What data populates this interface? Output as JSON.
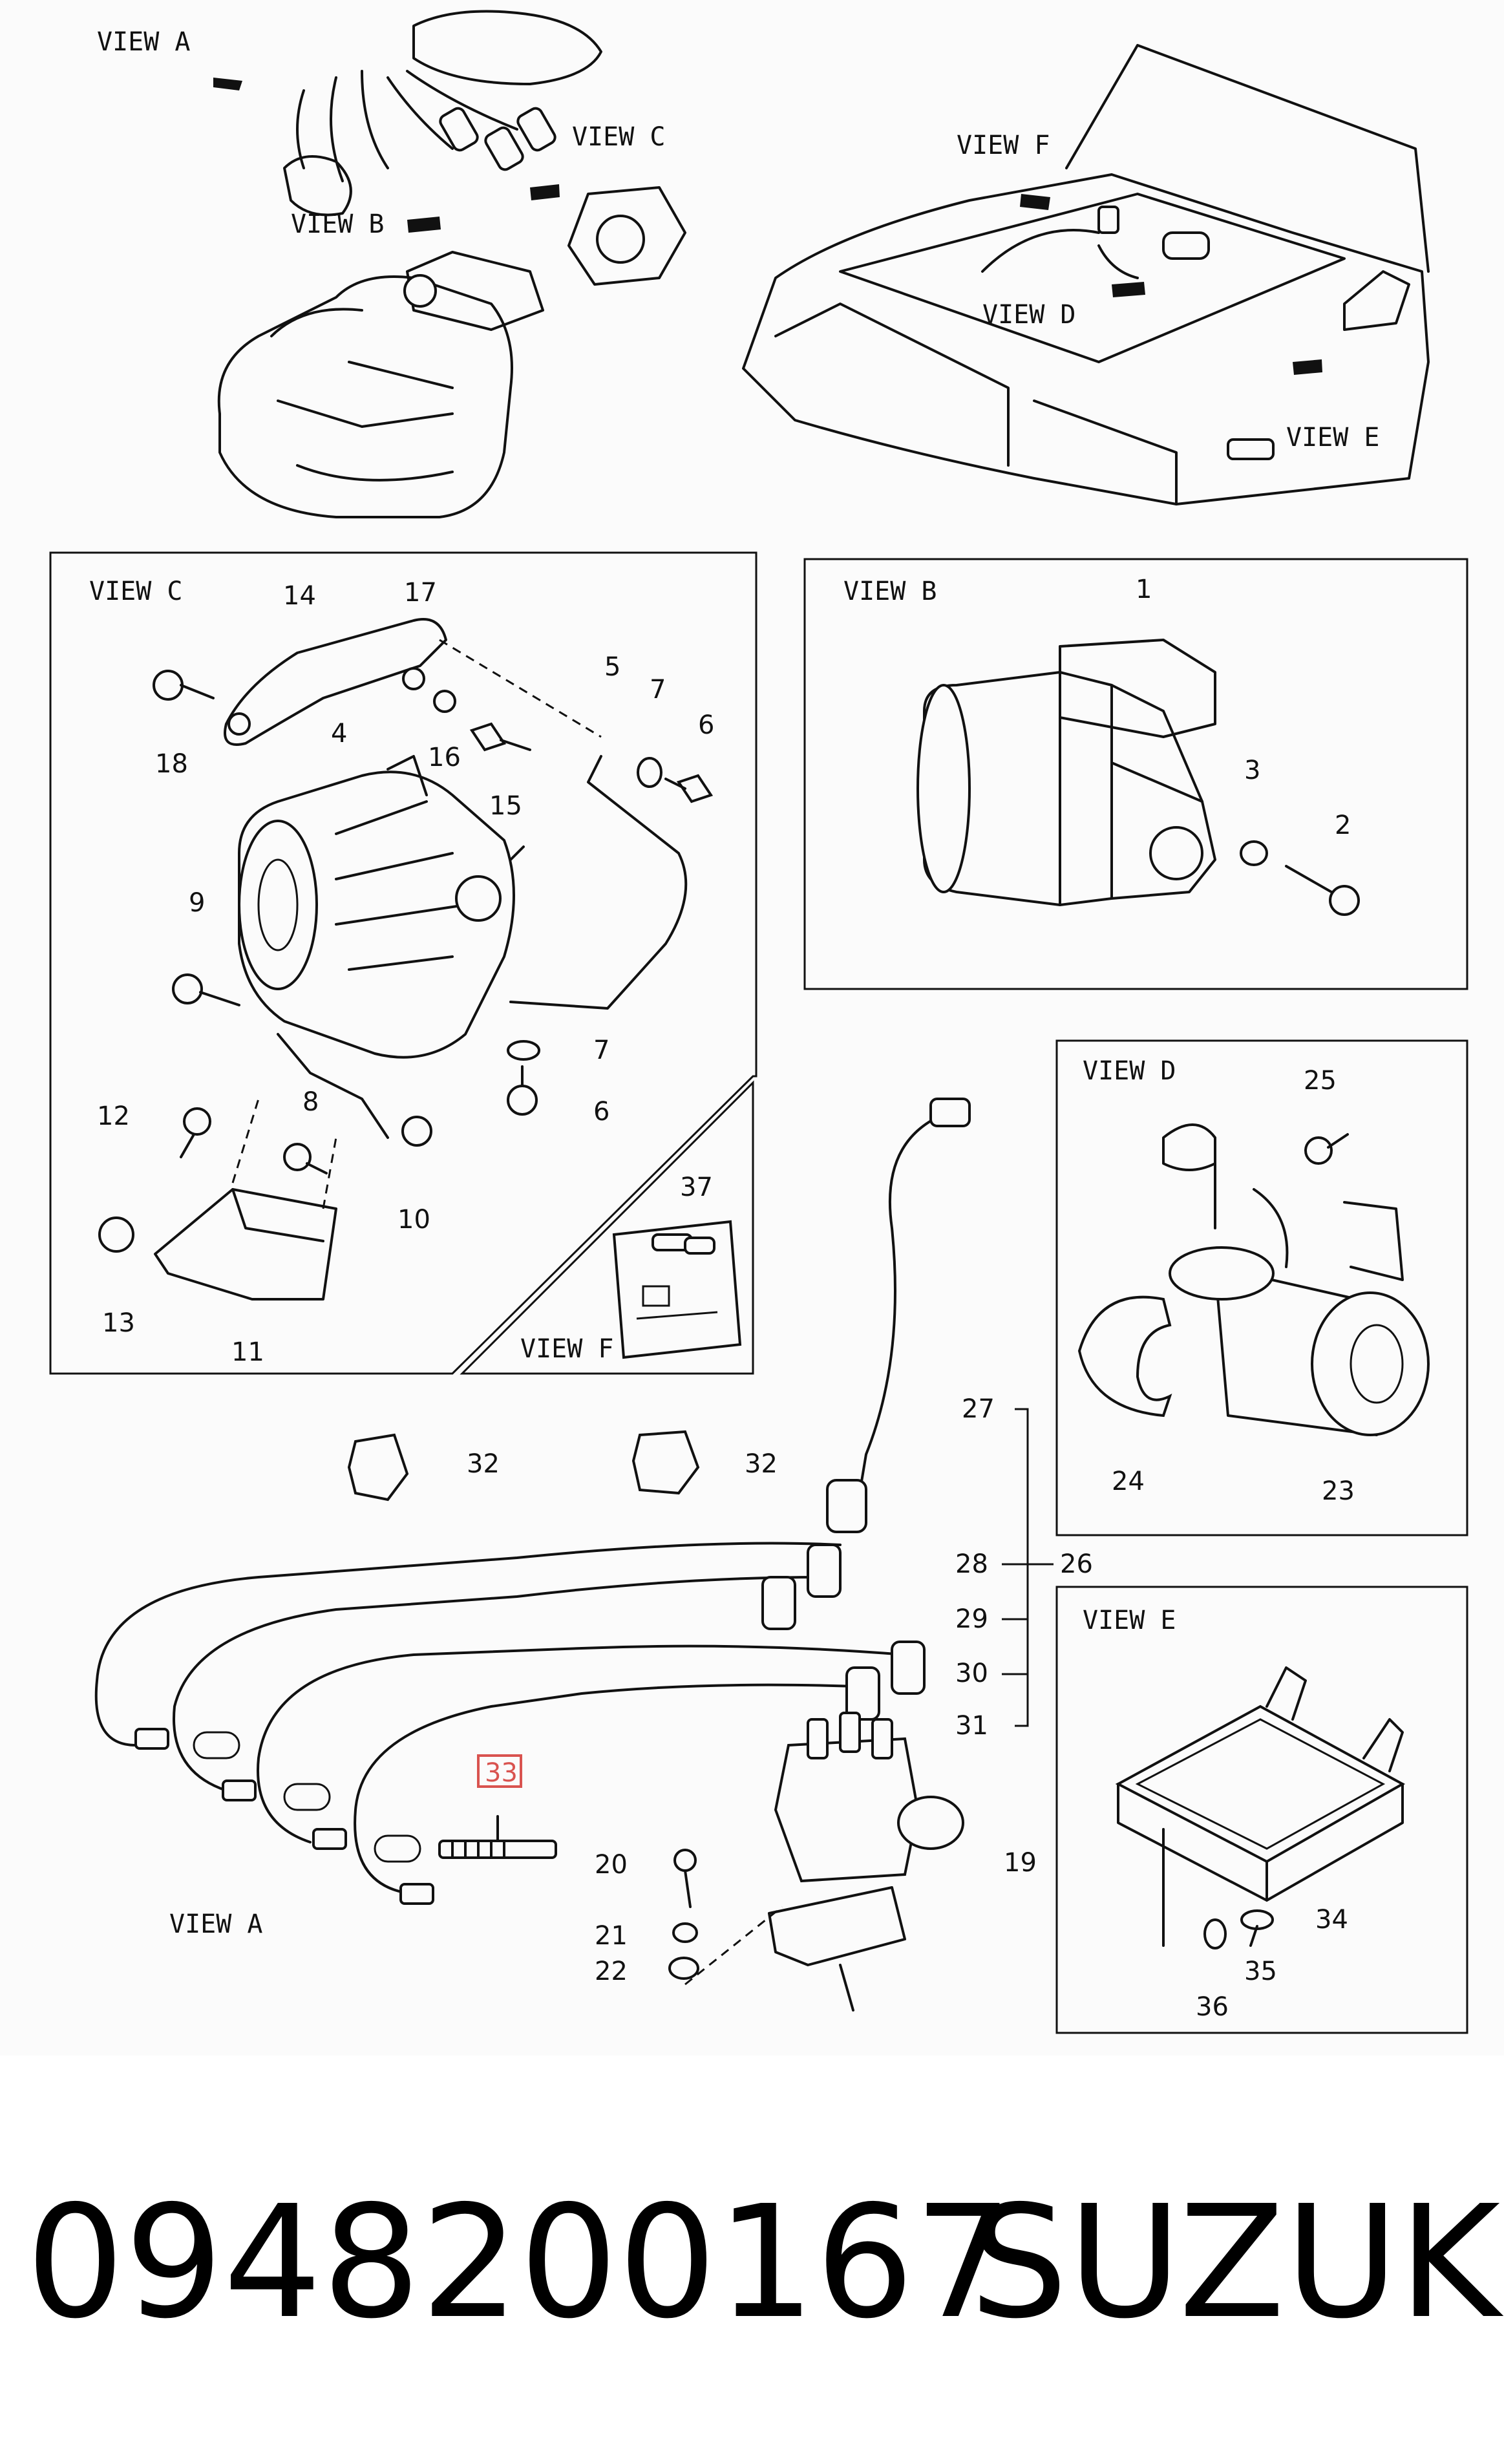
{
  "views": {
    "a_top": "VIEW A",
    "a_bottom": "VIEW A",
    "b_top": "VIEW B",
    "b_box": "VIEW B",
    "c_top": "VIEW C",
    "c_box": "VIEW C",
    "d_top": "VIEW D",
    "d_box": "VIEW D",
    "e_top": "VIEW E",
    "e_box": "VIEW E",
    "f_top": "VIEW F",
    "f_box": "VIEW F"
  },
  "callouts": {
    "n1": "1",
    "n2": "2",
    "n3": "3",
    "n4": "4",
    "n5": "5",
    "n6a": "6",
    "n6b": "6",
    "n7a": "7",
    "n7b": "7",
    "n8": "8",
    "n9": "9",
    "n10": "10",
    "n11": "11",
    "n12": "12",
    "n13": "13",
    "n14": "14",
    "n15": "15",
    "n16": "16",
    "n17": "17",
    "n18": "18",
    "n19": "19",
    "n20": "20",
    "n21": "21",
    "n22": "22",
    "n23": "23",
    "n24": "24",
    "n25": "25",
    "n26": "26",
    "n27": "27",
    "n28": "28",
    "n29": "29",
    "n30": "30",
    "n31": "31",
    "n32a": "32",
    "n32b": "32",
    "n33": "33",
    "n34": "34",
    "n35": "35",
    "n36": "36",
    "n37": "37"
  },
  "highlight_color": "#d9534f",
  "part_number": "0948200167",
  "brand": "SUZUKI"
}
